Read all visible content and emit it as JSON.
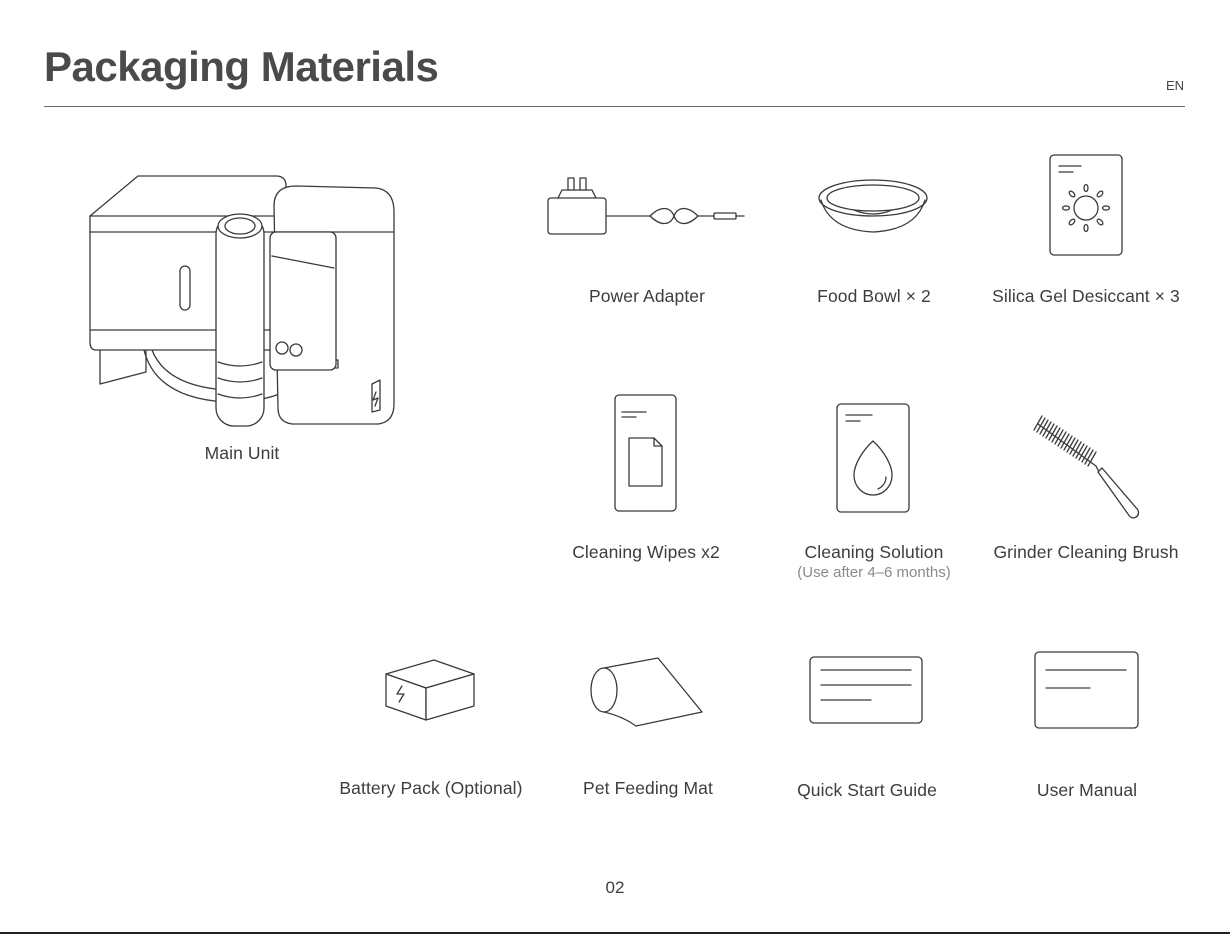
{
  "header": {
    "title": "Packaging Materials",
    "language": "EN"
  },
  "items": {
    "main_unit": {
      "label": "Main Unit",
      "icon": "feeder-device-icon"
    },
    "power_adapter": {
      "label": "Power Adapter",
      "icon": "power-adapter-icon"
    },
    "food_bowl": {
      "label": "Food Bowl × 2",
      "icon": "bowl-icon"
    },
    "silica_gel": {
      "label": "Silica Gel Desiccant × 3",
      "icon": "desiccant-pack-icon"
    },
    "cleaning_wipes": {
      "label": "Cleaning Wipes x2",
      "icon": "wipes-pack-icon"
    },
    "cleaning_solution": {
      "label": "Cleaning Solution",
      "note": "(Use after 4–6 months)",
      "icon": "solution-pack-icon"
    },
    "grinder_brush": {
      "label": "Grinder Cleaning Brush",
      "icon": "brush-icon"
    },
    "battery_pack": {
      "label": "Battery Pack (Optional)",
      "icon": "battery-box-icon"
    },
    "feeding_mat": {
      "label": "Pet Feeding Mat",
      "icon": "rolled-mat-icon"
    },
    "quick_start": {
      "label": "Quick Start Guide",
      "icon": "guide-card-icon"
    },
    "user_manual": {
      "label": "User Manual",
      "icon": "manual-card-icon"
    }
  },
  "footer": {
    "page_number": "02"
  }
}
